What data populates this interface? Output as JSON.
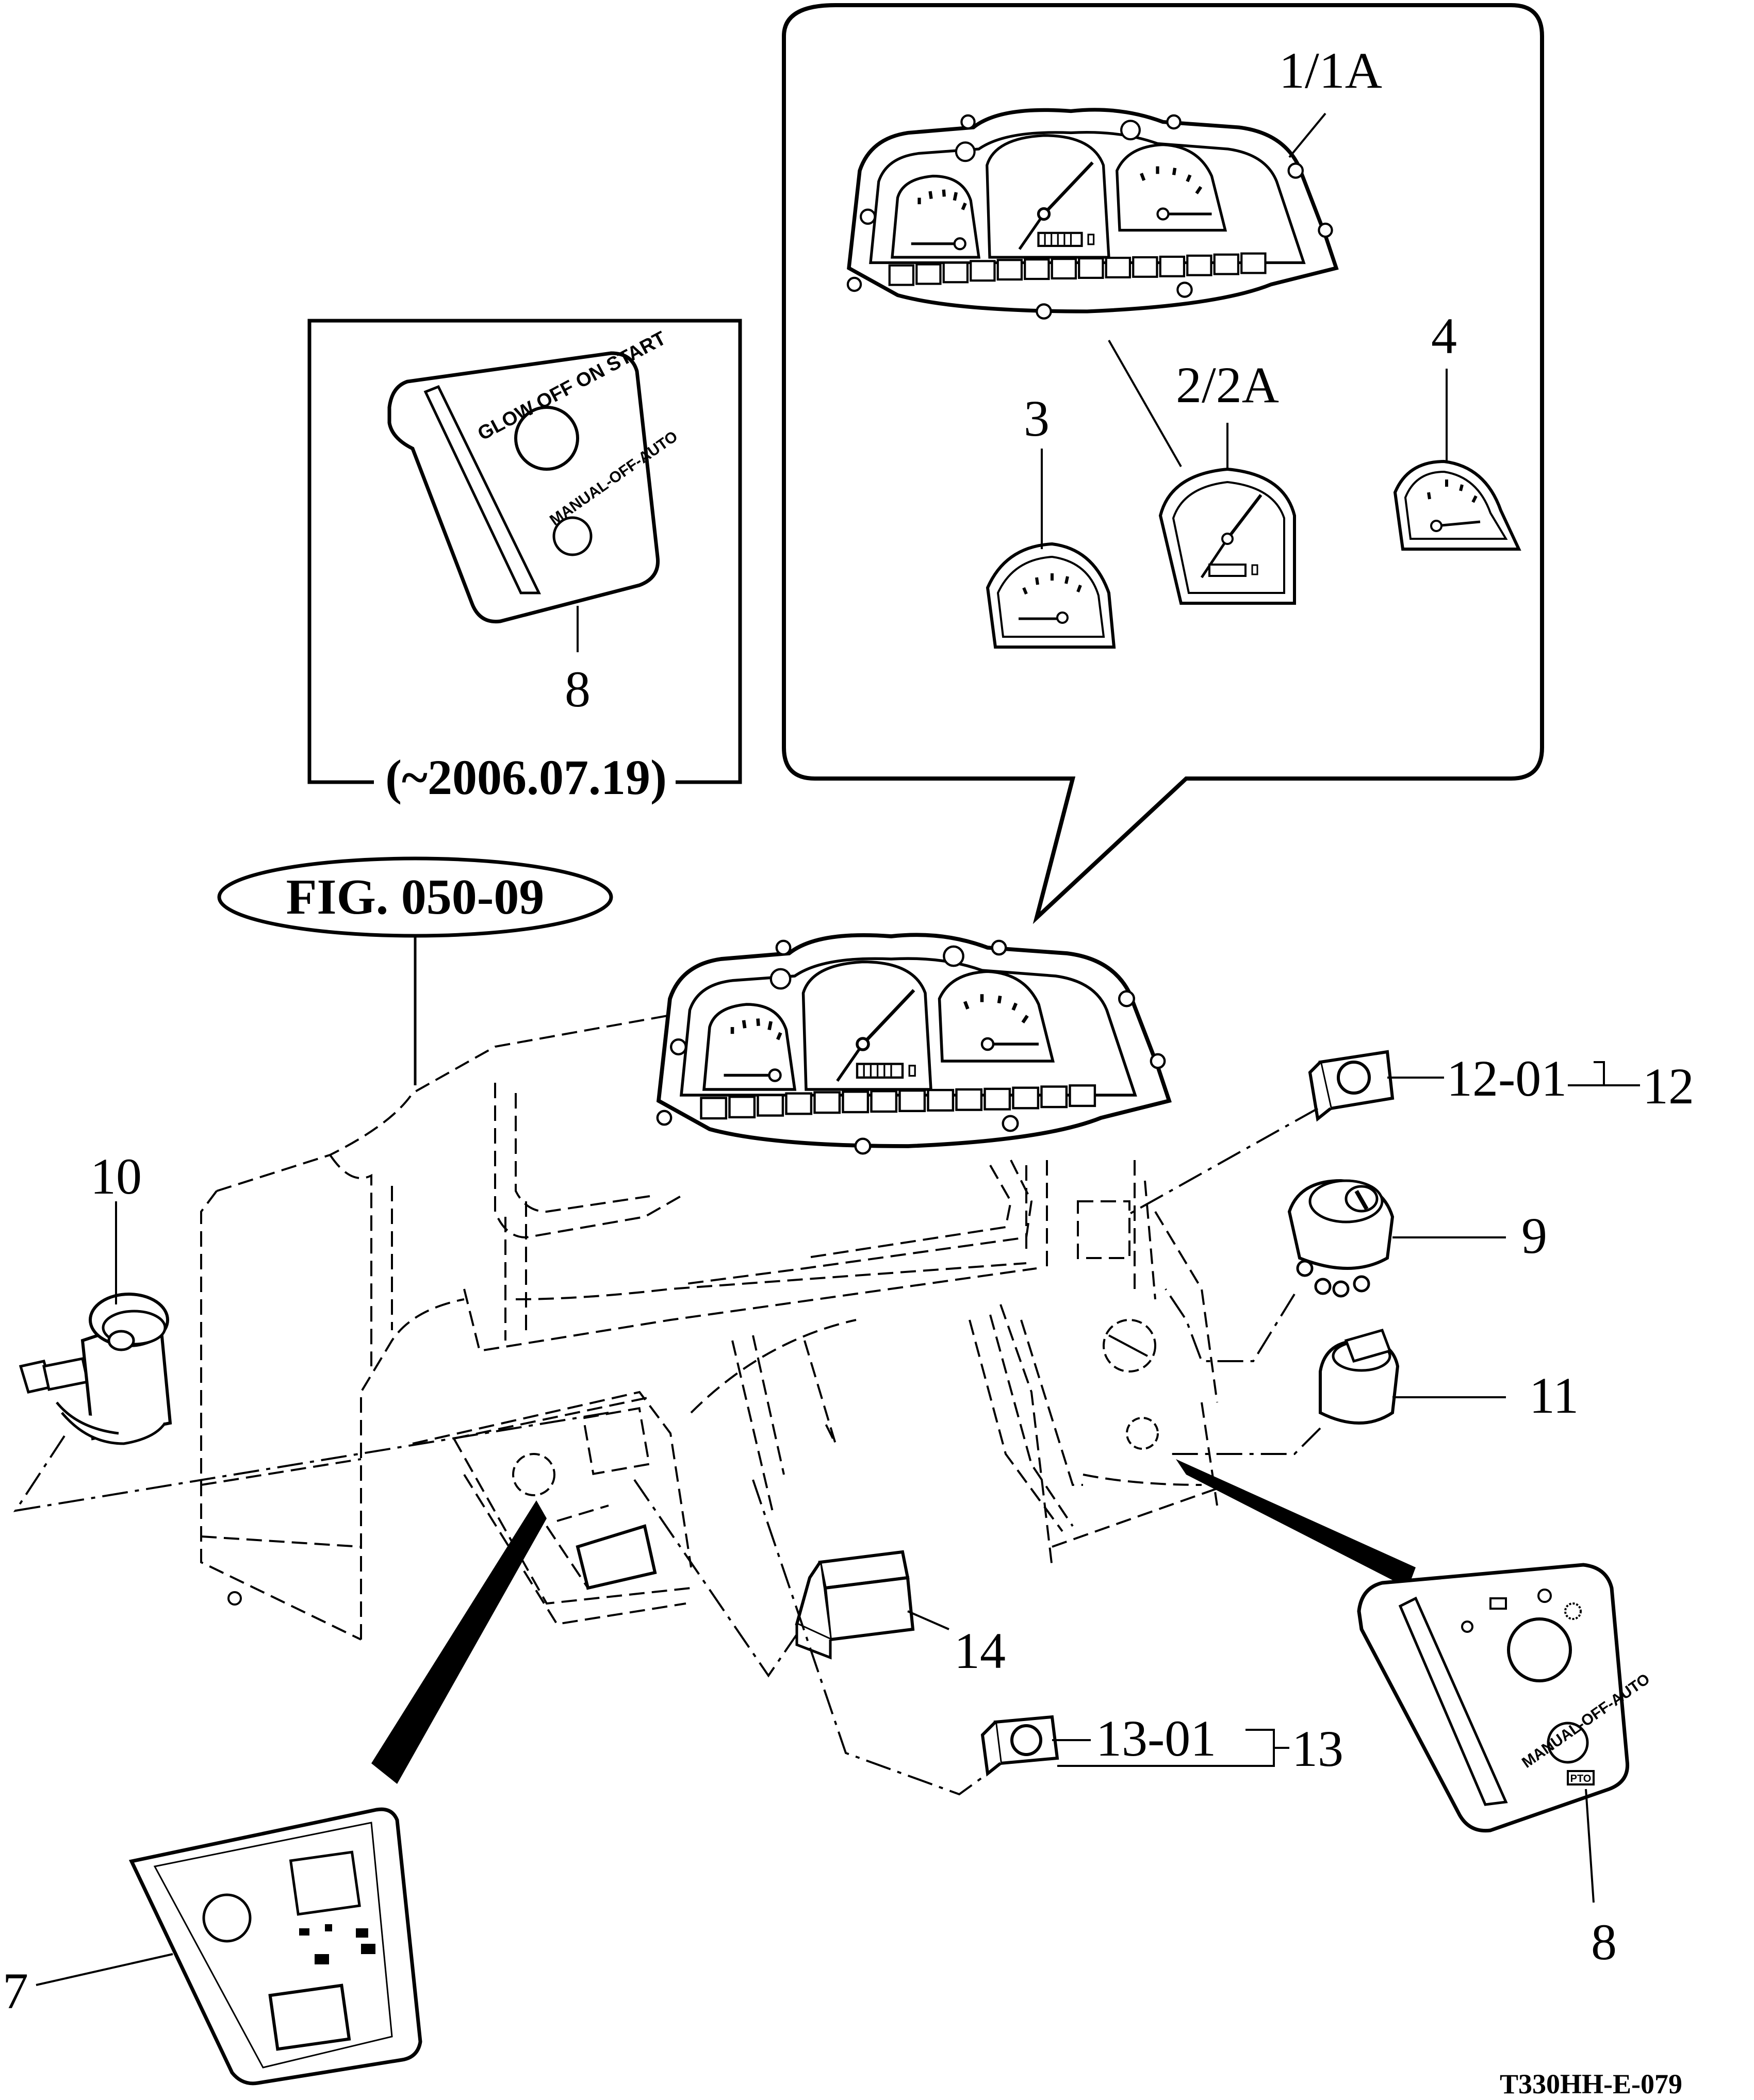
{
  "figure": {
    "fig_label": "FIG. 050-09",
    "drawing_code": "T330HH-E-079",
    "inset_date": "(~2006.07.19)"
  },
  "callouts": {
    "c1": "1/1A",
    "c2": "2/2A",
    "c3": "3",
    "c4": "4",
    "c7": "7",
    "c8_old": "8",
    "c8_new": "8",
    "c9": "9",
    "c10": "10",
    "c11": "11",
    "c12": "12",
    "c12_01": "12-01",
    "c13": "13",
    "c13_01": "13-01",
    "c14": "14"
  },
  "panel_text": {
    "old_switch_positions": "GLOW OFF ON START",
    "old_mode": "MANUAL-OFF-AUTO",
    "new_mode": "MANUAL-OFF-AUTO",
    "pto": "PTO"
  },
  "colors": {
    "line": "#000000",
    "background": "#ffffff"
  }
}
